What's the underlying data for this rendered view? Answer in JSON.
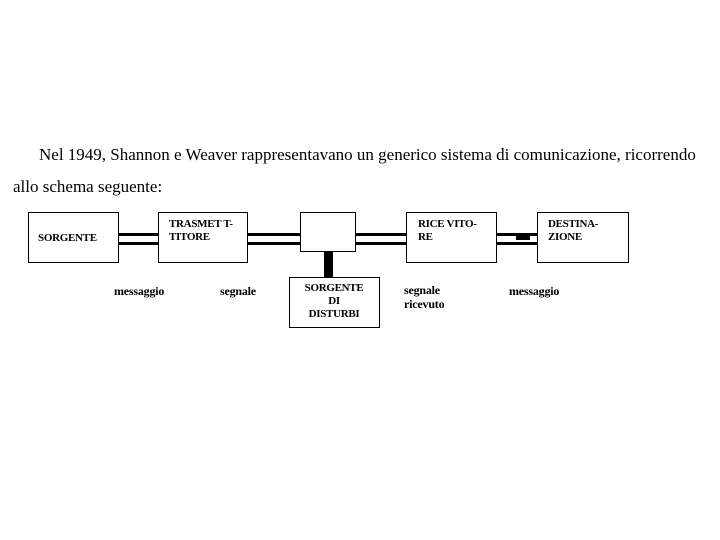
{
  "intro": {
    "line1": "Nel 1949, Shannon e Weaver rappresentavano un generico sistema di comunicazione, ricorrendo",
    "line2": "allo schema seguente:"
  },
  "boxes": {
    "sorgente": "SORGENTE",
    "trasmettitore": "TRASMET T-\nTITORE",
    "canale": "",
    "ricevitore": "RICE VITO-\nRE",
    "destinazione": "DESTINA-\nZIONE",
    "disturbi": "SORGENTE\nDI\nDISTURBI"
  },
  "labels": {
    "messaggio1": "messaggio",
    "segnale": "segnale",
    "segnale_ricevuto": "segnale\nricevuto",
    "messaggio2": "messaggio"
  }
}
